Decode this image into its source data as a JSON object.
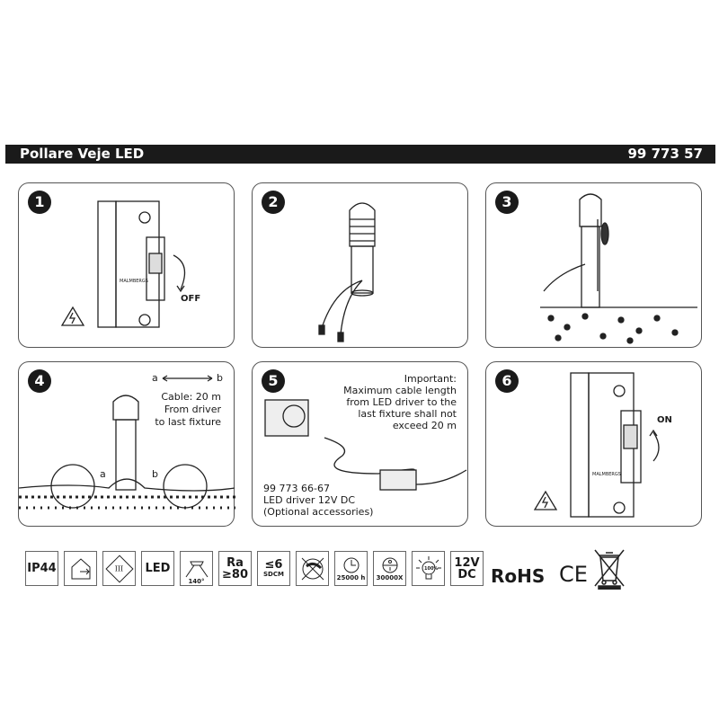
{
  "header": {
    "title": "Pollare Veje LED",
    "code": "99 773 57"
  },
  "steps": [
    {
      "number": "1",
      "labels": {
        "off": "OFF",
        "brand": "MALMBERGS"
      }
    },
    {
      "number": "2"
    },
    {
      "number": "3"
    },
    {
      "number": "4",
      "labels": {
        "a": "a",
        "b": "b",
        "cable": "Cable: 20 m",
        "from": "From driver",
        "to": "to last fixture"
      }
    },
    {
      "number": "5",
      "important": [
        "Important:",
        "Maximum cable length",
        "from LED driver to the",
        "last fixture shall not",
        "exceed 20 m"
      ],
      "accessory": [
        "99 773 66-67",
        "LED driver 12V DC",
        "(Optional accessories)"
      ]
    },
    {
      "number": "6",
      "labels": {
        "on": "ON",
        "brand": "MALMBERGS"
      }
    }
  ],
  "specs": [
    {
      "icon": "ip-rating",
      "text": "IP44"
    },
    {
      "icon": "indoor-outdoor-icon"
    },
    {
      "icon": "class-iii-icon",
      "text": "III"
    },
    {
      "icon": "led",
      "text": "LED"
    },
    {
      "icon": "beam-angle-icon",
      "text": "140°"
    },
    {
      "icon": "cri",
      "text": "Ra",
      "text2": "≥80"
    },
    {
      "icon": "sdcm",
      "text": "≤6",
      "text2": "SDCM"
    },
    {
      "icon": "not-dimmable-icon"
    },
    {
      "icon": "lifetime-icon",
      "text": "25000 h"
    },
    {
      "icon": "switch-cycles-icon",
      "text": "30000X"
    },
    {
      "icon": "full-brightness-icon",
      "text": "100%"
    },
    {
      "icon": "voltage",
      "text": "12V",
      "text2": "DC"
    }
  ],
  "certs": {
    "rohs": "RoHS",
    "ce": "CE"
  }
}
